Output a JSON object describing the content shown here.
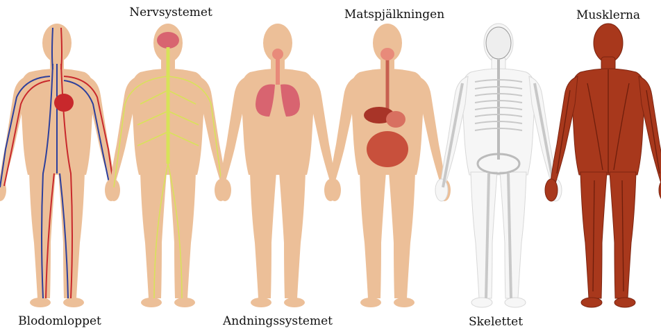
{
  "figures": [
    {
      "key": "blood",
      "label": "Blodomloppet"
    },
    {
      "key": "nerve",
      "label": "Nervsystemet"
    },
    {
      "key": "breath",
      "label": "Andningssystemet"
    },
    {
      "key": "digest",
      "label": "Matspjälkningen"
    },
    {
      "key": "skeleton",
      "label": "Skelettet"
    },
    {
      "key": "muscle",
      "label": "Musklerna"
    }
  ],
  "colors": {
    "skin": "#ecbf98",
    "artery": "#c8282c",
    "vein": "#2c3f9c",
    "nerve": "#d8e25a",
    "lung": "#d86470",
    "gut": "#c8503c",
    "bone": "#eeeeee",
    "muscle": "#a8381c"
  }
}
